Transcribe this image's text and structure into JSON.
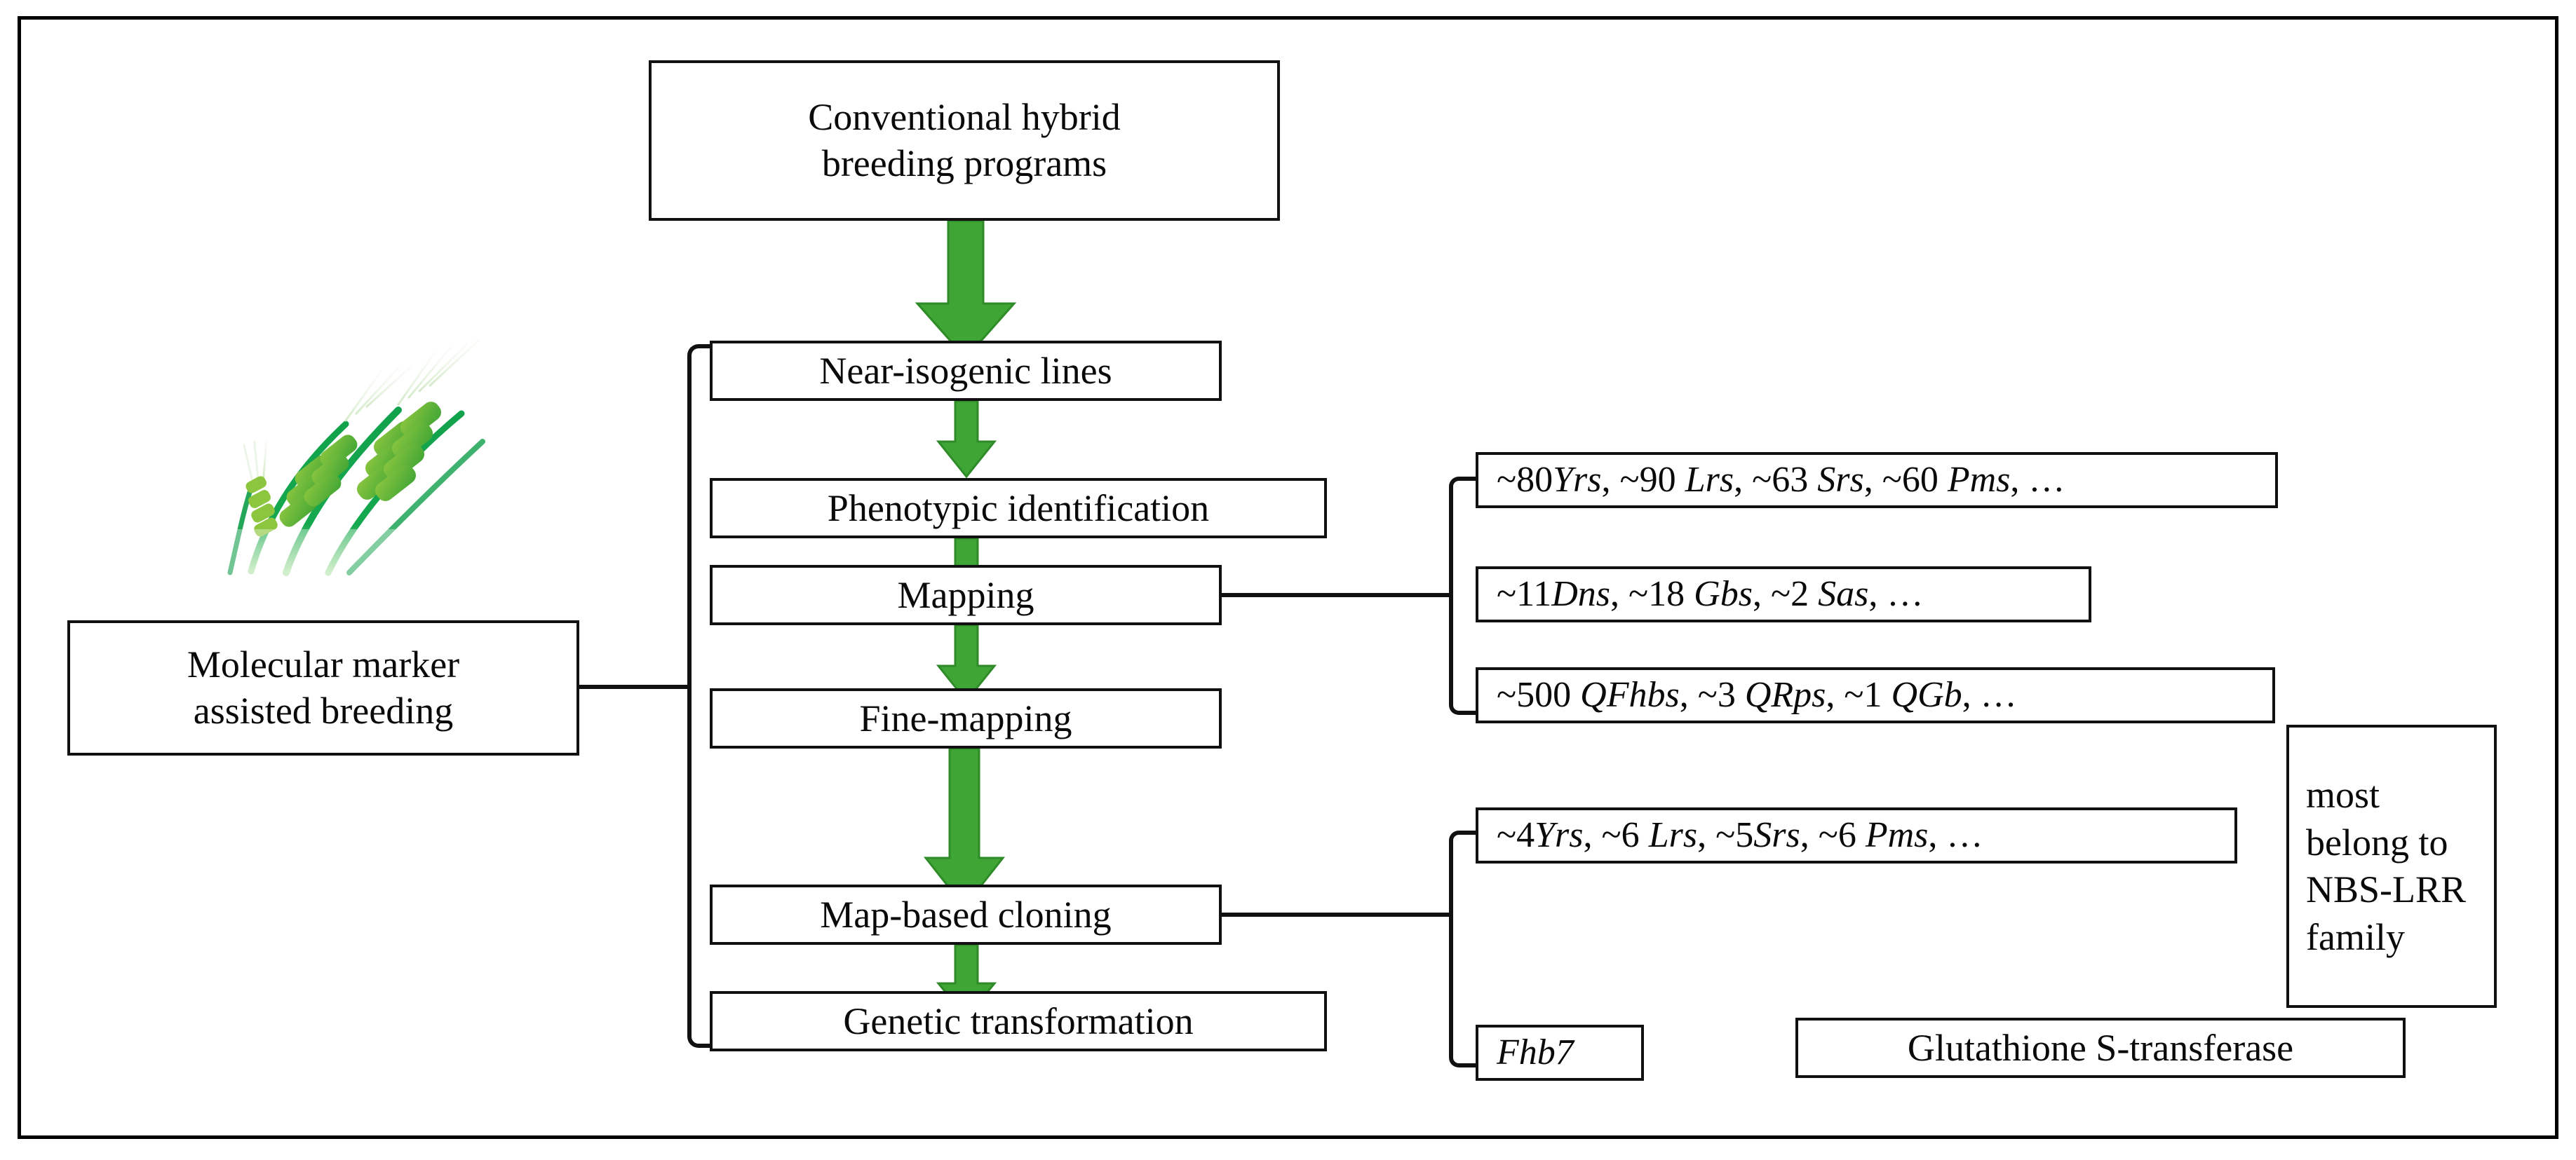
{
  "diagram": {
    "title_implicit": "Wheat molecular marker assisted breeding and gene cloning flowchart",
    "colors": {
      "arrow_green": "#3FA535",
      "arrow_green_dark": "#2E8B28",
      "box_border": "#111111",
      "frame_border": "#000000",
      "background": "#FFFFFF",
      "wheat_green_light": "#7DC242",
      "wheat_green_mid": "#3FA535",
      "wheat_green_dark": "#0F9A4A"
    }
  },
  "flow": {
    "top_box": {
      "line1": "Conventional hybrid",
      "line2": "breeding programs"
    },
    "steps": [
      {
        "id": "near-isogenic-lines",
        "label": "Near-isogenic lines"
      },
      {
        "id": "phenotypic-identification",
        "label": "Phenotypic identification"
      },
      {
        "id": "mapping",
        "label": "Mapping"
      },
      {
        "id": "fine-mapping",
        "label": "Fine-mapping"
      },
      {
        "id": "map-based-cloning",
        "label": "Map-based cloning"
      },
      {
        "id": "genetic-transformation",
        "label": "Genetic transformation"
      }
    ]
  },
  "left_panel": {
    "molecular_marker_box": {
      "line1": "Molecular marker",
      "line2": "assisted breeding"
    },
    "wheat_icon_name": "wheat-ears-illustration"
  },
  "mapping_outputs": [
    {
      "id": "mapping-output-1",
      "parts": [
        {
          "text": "~80",
          "italic": false
        },
        {
          "text": "Yrs",
          "italic": true
        },
        {
          "text": ", ~90 ",
          "italic": false
        },
        {
          "text": "Lrs",
          "italic": true
        },
        {
          "text": ", ~63 ",
          "italic": false
        },
        {
          "text": "Srs",
          "italic": true
        },
        {
          "text": ", ~60 ",
          "italic": false
        },
        {
          "text": "Pms",
          "italic": true
        },
        {
          "text": ", …",
          "italic": false
        }
      ],
      "plain": "~80Yrs, ~90 Lrs, ~63 Srs, ~60 Pms, …"
    },
    {
      "id": "mapping-output-2",
      "parts": [
        {
          "text": "~11",
          "italic": false
        },
        {
          "text": "Dns",
          "italic": true
        },
        {
          "text": ", ~18 ",
          "italic": false
        },
        {
          "text": "Gbs",
          "italic": true
        },
        {
          "text": ", ~2 ",
          "italic": false
        },
        {
          "text": "Sas",
          "italic": true
        },
        {
          "text": ", …",
          "italic": false
        }
      ],
      "plain": "~11Dns, ~18 Gbs, ~2 Sas, …"
    },
    {
      "id": "mapping-output-3",
      "parts": [
        {
          "text": "~500 ",
          "italic": false
        },
        {
          "text": "QFhbs",
          "italic": true
        },
        {
          "text": ", ~3 ",
          "italic": false
        },
        {
          "text": "QRps",
          "italic": true
        },
        {
          "text": ", ~1 ",
          "italic": false
        },
        {
          "text": "QGb",
          "italic": true
        },
        {
          "text": ", …",
          "italic": false
        }
      ],
      "plain": "~500 QFhbs, ~3 QRps, ~1 QGb, …"
    }
  ],
  "cloning_outputs": [
    {
      "id": "cloning-output-1",
      "parts": [
        {
          "text": "~4",
          "italic": false
        },
        {
          "text": "Yrs",
          "italic": true
        },
        {
          "text": ", ~6 ",
          "italic": false
        },
        {
          "text": "Lrs",
          "italic": true
        },
        {
          "text": ", ~5",
          "italic": false
        },
        {
          "text": "Srs",
          "italic": true
        },
        {
          "text": ", ~6 ",
          "italic": false
        },
        {
          "text": "Pms",
          "italic": true
        },
        {
          "text": ",  …",
          "italic": false
        }
      ],
      "plain": "~4Yrs, ~6 Lrs, ~5Srs, ~6 Pms,  …"
    },
    {
      "id": "cloning-output-2",
      "parts": [
        {
          "text": "Fhb7",
          "italic": true
        }
      ],
      "plain": "Fhb7"
    }
  ],
  "annotations": {
    "nbs_lrr_box": {
      "lines": [
        "most",
        "belong to",
        "NBS-LRR",
        "family"
      ],
      "plain": "most belong to NBS-LRR family"
    },
    "gst_box": {
      "label": "Glutathione S-transferase"
    }
  }
}
